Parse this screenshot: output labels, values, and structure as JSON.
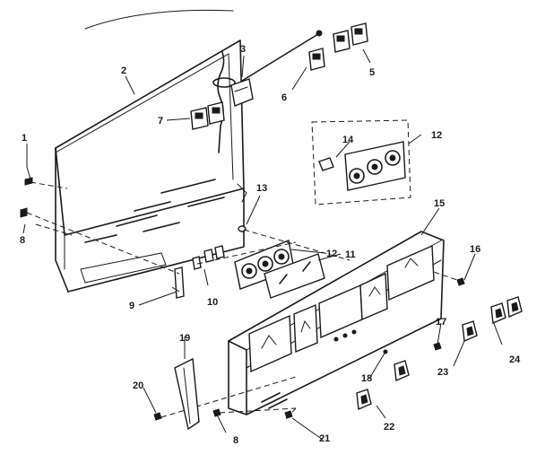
{
  "callouts": {
    "c1": "1",
    "c2": "2",
    "c3": "3",
    "c5": "5",
    "c6": "6",
    "c7": "7",
    "c8a": "8",
    "c8b": "8",
    "c9": "9",
    "c10": "10",
    "c11": "11",
    "c12a": "12",
    "c12b": "12",
    "c13": "13",
    "c14": "14",
    "c15": "15",
    "c16": "16",
    "c17": "17",
    "c18": "18",
    "c19": "19",
    "c20": "20",
    "c21": "21",
    "c22": "22",
    "c23": "23",
    "c24": "24"
  },
  "colors": {
    "ink": "#1a1a1a",
    "paper": "#ffffff"
  }
}
